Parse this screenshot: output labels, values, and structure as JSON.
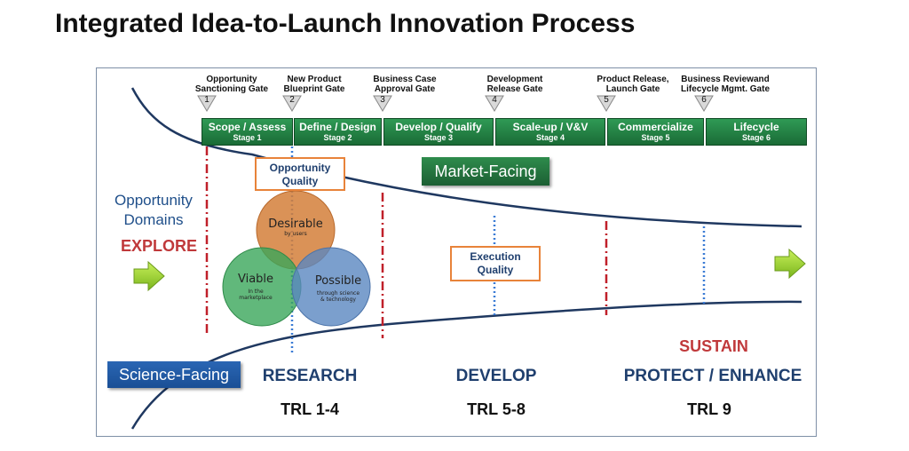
{
  "title": "Integrated Idea-to-Launch Innovation Process",
  "gates": [
    {
      "num": "1",
      "line1": "Opportunity",
      "line2": "Sanctioning Gate"
    },
    {
      "num": "2",
      "line1": "New Product",
      "line2": "Blueprint Gate"
    },
    {
      "num": "3",
      "line1": "Business Case",
      "line2": "Approval Gate"
    },
    {
      "num": "4",
      "line1": "Development",
      "line2": "Release Gate"
    },
    {
      "num": "5",
      "line1": "Product Release,",
      "line2": "Launch Gate"
    },
    {
      "num": "6",
      "line1": "Business Reviewand",
      "line2": "Lifecycle Mgmt. Gate"
    }
  ],
  "stages": [
    {
      "name": "Scope / Assess",
      "sub": "Stage 1"
    },
    {
      "name": "Define / Design",
      "sub": "Stage 2"
    },
    {
      "name": "Develop /  Qualify",
      "sub": "Stage 3"
    },
    {
      "name": "Scale-up / V&V",
      "sub": "Stage 4"
    },
    {
      "name": "Commercialize",
      "sub": "Stage 5"
    },
    {
      "name": "Lifecycle",
      "sub": "Stage 6"
    }
  ],
  "opportunity_quality": {
    "line1": "Opportunity",
    "line2": "Quality"
  },
  "execution_quality": {
    "line1": "Execution",
    "line2": "Quality"
  },
  "market_facing": "Market-Facing",
  "science_facing": "Science-Facing",
  "opportunity_domains": {
    "line1": "Opportunity",
    "line2": "Domains"
  },
  "explore": "EXPLORE",
  "sustain": "SUSTAIN",
  "venn": {
    "desirable": {
      "title": "Desirable",
      "sub": "by users"
    },
    "viable": {
      "title": "Viable",
      "sub1": "In the",
      "sub2": "marketplace"
    },
    "possible": {
      "title": "Possible",
      "sub1": "through science",
      "sub2": "& technology"
    }
  },
  "phases": [
    {
      "name": "RESEARCH",
      "trl": "TRL 1-4"
    },
    {
      "name": "DEVELOP",
      "trl": "TRL 5-8"
    },
    {
      "name": "PROTECT / ENHANCE",
      "trl": "TRL 9"
    }
  ],
  "colors": {
    "stage_green": "#2f9a55",
    "gate_red": "#c0202a",
    "dotted_blue": "#3a7bd5",
    "orange_border": "#e8833a",
    "navy": "#1f3f6e",
    "desirable": "#d47f3a",
    "viable": "#3aa65a",
    "possible": "#5a87c0",
    "arrow": "#9ad12e"
  }
}
